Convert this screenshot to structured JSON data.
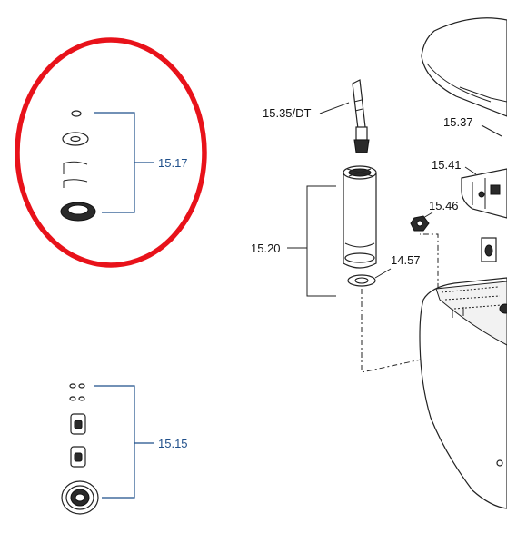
{
  "highlight_color": "#e8121a",
  "label_blue": "#1f4f8a",
  "labels": {
    "kit_1517": "15.17",
    "kit_1515": "15.15",
    "part_1535dt": "15.35/DT",
    "part_1537": "15.37",
    "part_1541": "15.41",
    "part_1546": "15.46",
    "part_1520": "15.20",
    "part_1457": "14.57"
  }
}
